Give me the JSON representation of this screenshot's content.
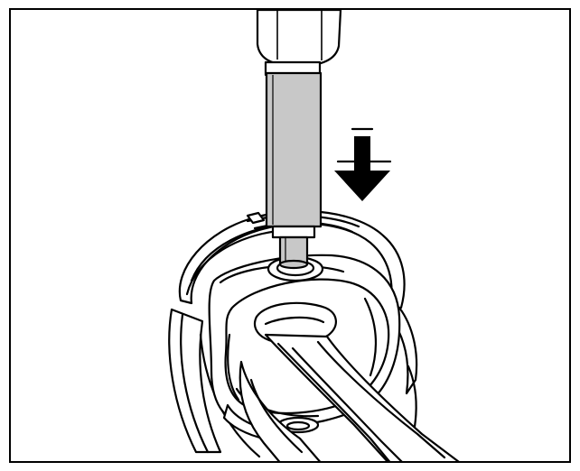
{
  "figure": {
    "style": "black-and-white line-art technical illustration",
    "colors": {
      "line": "#000000",
      "background": "#ffffff",
      "tool_shaft": "#c8c8c8",
      "arrow": "#000000"
    },
    "arrow_direction": "down",
    "icons": [
      "press-tool",
      "down-arrow-icon",
      "piston",
      "connecting-rod",
      "piston-pin"
    ]
  }
}
